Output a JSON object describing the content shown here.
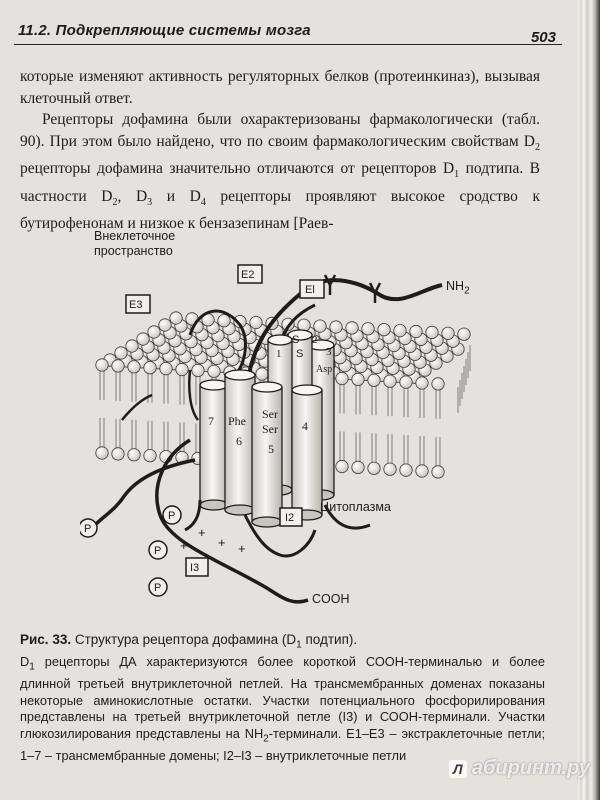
{
  "header": {
    "title": "11.2. Подкрепляющие системы мозга",
    "page_number": "503"
  },
  "body": {
    "l1": "которые изменяют активность регуляторных белков (протеинкиназ), вызывая клеточный ответ.",
    "p2a": "Рецепторы дофамина были охарактеризованы фармакологически (табл. 90). При этом было найдено, что по своим фармакологическим свойствам D",
    "p2a_sub": "2",
    "p2b": " рецепторы дофамина значительно отличаются от рецепторов D",
    "p2b_sub": "1",
    "p2c": " подтипа. В частности D",
    "p2c_sub": "2",
    "p2d": ", D",
    "p2d_sub": "3",
    "p2e": " и D",
    "p2e_sub": "4",
    "p2f": " рецепторы проявляют высокое сродство к бутирофенонам и низкое к бензазепинам [Раев-"
  },
  "figure": {
    "extracellular_label": "Внеклеточное пространство",
    "cytoplasm_label": "Цитоплазма",
    "nh2_label": "NH",
    "nh2_sub": "2",
    "cooh_label": "COOH",
    "loops": {
      "e1": "El",
      "e2": "E2",
      "e3": "E3",
      "i2": "I2",
      "i3": "I3"
    },
    "helix_labels": [
      "1",
      "2",
      "3",
      "4",
      "5",
      "6",
      "7"
    ],
    "residue_phe": "Phe",
    "residue_ser": "Ser",
    "residue_asp": "Asp",
    "disulfide": "S",
    "phospho": "P",
    "plus": "+"
  },
  "caption": {
    "fig_label": "Рис. 33.",
    "title_a": " Структура рецептора дофамина (D",
    "title_sub": "1",
    "title_b": " подтип).",
    "t1a": "D",
    "t1_sub": "1",
    "t1b": " рецепторы ДА характеризуются более короткой СООН-терминалью и более длинной третьей внутриклеточной петлей. На трансмембранных доменах показаны некоторые аминокислотные остатки. Участки потенциального фосфорилирования представлены на третьей внутриклеточной петле (I3) и СООН-терминали. Участки глюкозилирования представлены на NH",
    "t1c_sub": "2",
    "t1d": "-терминали. Е1–Е3 – экстраклеточные петли; 1–7 – трансмембранные домены; I2–I3 – внутриклеточные петли"
  },
  "watermark": {
    "letter": "Л",
    "text": "абиринт.ру"
  }
}
